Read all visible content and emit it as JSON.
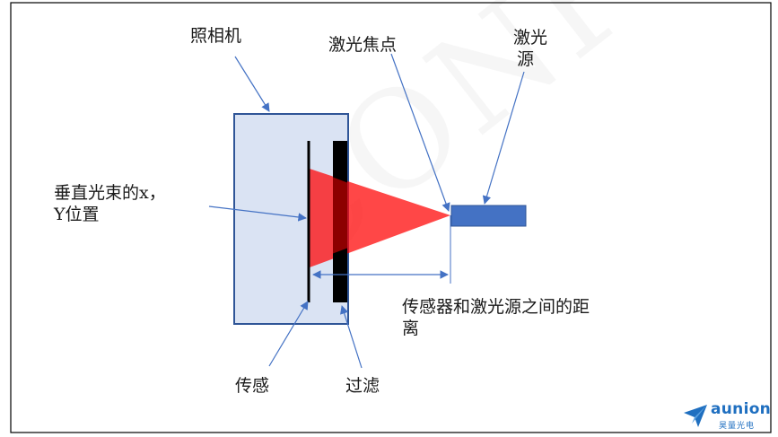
{
  "labels": {
    "camera": "照相机",
    "laser_focus": "激光焦点",
    "laser_source_line1": "激光",
    "laser_source_line2": "源",
    "beam_position_line1": "垂直光束的x，",
    "beam_position_line2": "Y位置",
    "distance_line1": "传感器和激光源之间的距",
    "distance_line2": "离",
    "sensor": "传感",
    "filter": "过滤"
  },
  "watermark": "CONFIDENTIAL",
  "logo": {
    "brand": "aunion",
    "sub": "昊量光电"
  },
  "colors": {
    "frame": "#000000",
    "camera_fill": "#dae3f3",
    "camera_stroke": "#2f5597",
    "beam": "#ff0000",
    "filter": "#000000",
    "laser_source": "#4472c4",
    "arrow": "#4472c4",
    "logo": "#1f6fc0"
  }
}
